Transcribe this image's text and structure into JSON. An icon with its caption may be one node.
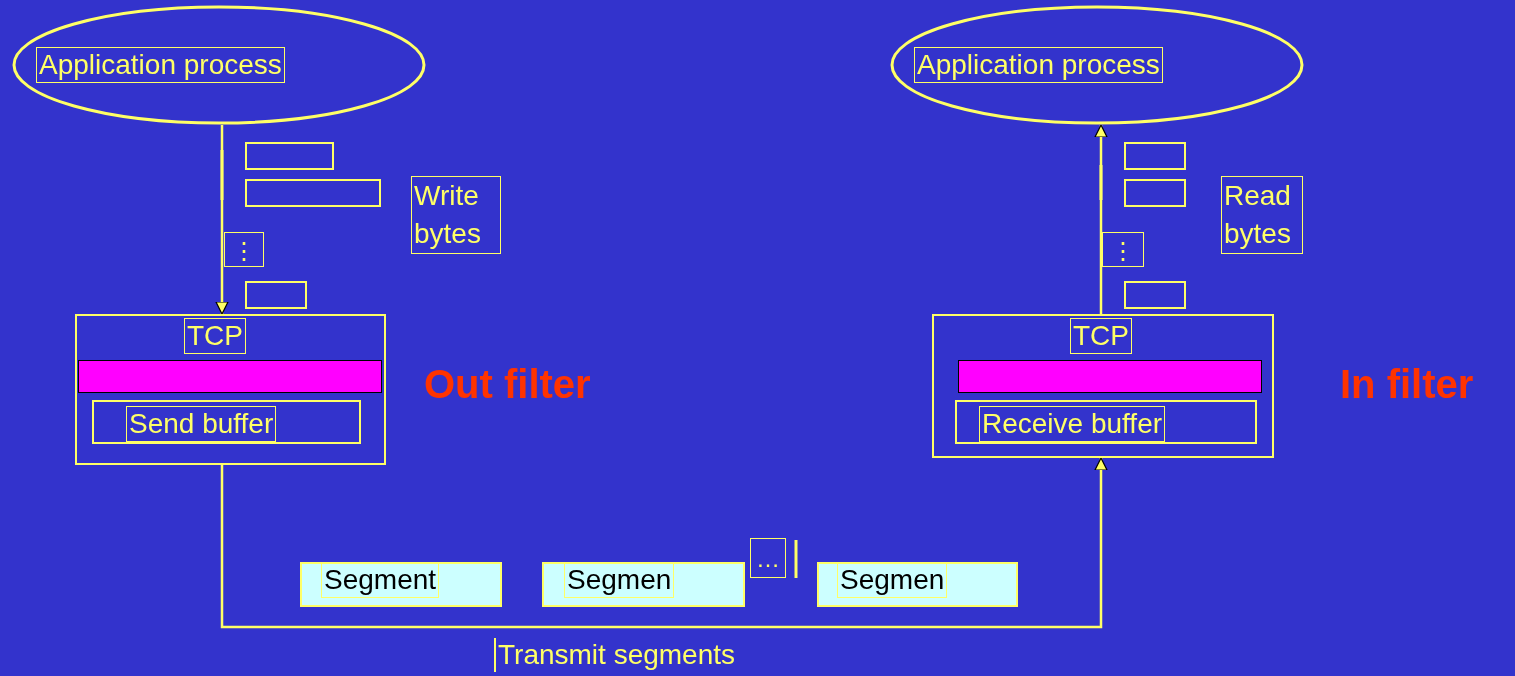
{
  "diagram": {
    "nodes": [
      {
        "text": [
          "Application process"
        ]
      },
      {
        "text": [
          "Application process"
        ]
      },
      {
        "text": [],
        "shape": "box"
      },
      {
        "text": [],
        "shape": "box"
      },
      {
        "text": [],
        "shape": "box"
      },
      {
        "text": [],
        "shape": "box"
      },
      {
        "text": [
          "⋮"
        ]
      },
      {
        "text": [
          "⋮"
        ]
      },
      {
        "text": [],
        "shape": "box"
      },
      {
        "text": [],
        "shape": "box"
      },
      {
        "text": [
          "TCP"
        ]
      },
      {
        "text": [],
        "shape": "bar",
        "in": 10
      },
      {
        "text": [
          "Send buffer"
        ],
        "in": 10
      },
      {
        "text": [
          "TCP"
        ]
      },
      {
        "text": [],
        "shape": "bar",
        "in": 13
      },
      {
        "text": [
          "Receive buffer"
        ],
        "in": 13
      },
      {
        "text": [
          "Segment"
        ]
      },
      {
        "text": [
          "Segmen"
        ]
      },
      {
        "text": [
          "…"
        ]
      },
      {
        "text": [
          "Segmen"
        ]
      }
    ],
    "edges": [
      {
        "from": 0,
        "to": 10,
        "arrow": "to"
      },
      {
        "from": 13,
        "to": 1,
        "arrow": "to"
      },
      {
        "from": 10,
        "to": 13,
        "arrow": "to",
        "label": "Transmit segments"
      }
    ],
    "labels": [
      "Write bytes",
      "Read bytes",
      "Out filter",
      "In filter"
    ]
  }
}
